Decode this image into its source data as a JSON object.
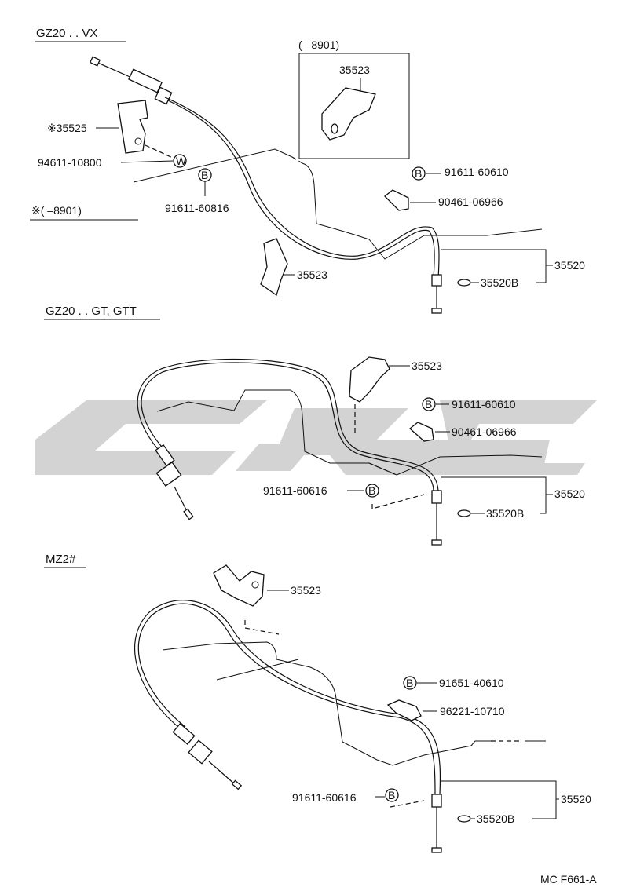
{
  "sections": [
    {
      "heading": "GZ20 . . VX",
      "inset_range": "(       –8901)",
      "inset_part": "35523",
      "note": "※(       –8901)",
      "labels": {
        "p35525": "※35525",
        "p94611": "94611-10800",
        "p91611_816": "91611-60816",
        "p91611_610": "91611-60610",
        "p90461": "90461-06966",
        "p35523": "35523",
        "p35520": "35520",
        "p35520b": "35520B"
      },
      "badges": {
        "w": "W",
        "b": "B"
      }
    },
    {
      "heading": "GZ20 . . GT, GTT",
      "labels": {
        "p35523": "35523",
        "p91611_610": "91611-60610",
        "p90461": "90461-06966",
        "p91611_616": "91611-60616",
        "p35520": "35520",
        "p35520b": "35520B"
      },
      "badges": {
        "b": "B"
      }
    },
    {
      "heading": "MZ2#",
      "labels": {
        "p35523": "35523",
        "p91651": "91651-40610",
        "p96221": "96221-10710",
        "p91611_616": "91611-60616",
        "p35520": "35520",
        "p35520b": "35520B"
      },
      "badges": {
        "b": "B"
      }
    }
  ],
  "footer_code": "MC F661-A"
}
